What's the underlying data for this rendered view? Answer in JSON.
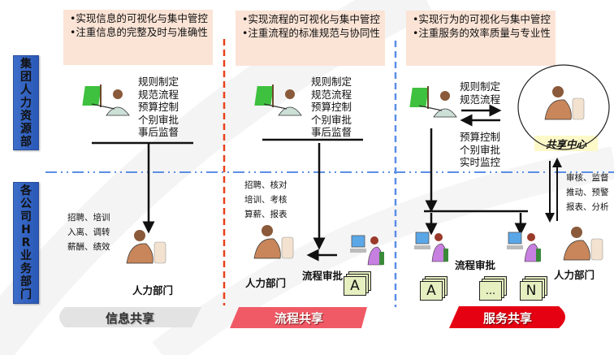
{
  "row_labels": {
    "group_hr": [
      "集",
      "团",
      "人",
      "力",
      "资",
      "源",
      "部"
    ],
    "company_hr": [
      "各",
      "公",
      "司",
      "H",
      "R",
      "业",
      "务",
      "部",
      "门"
    ]
  },
  "columns": [
    {
      "id": "info",
      "goals": [
        "•实现信息的可视化与集中管控",
        "•注重信息的完整及时与准确性"
      ],
      "hq_duties": [
        "规则制定",
        "规范流程",
        "预算控制",
        "个别审批",
        "事后监督"
      ],
      "branch_tasks": [
        "招聘、培训",
        "入离、调转",
        "薪酬、绩效"
      ],
      "dept_label": "人力部门",
      "banner": {
        "label": "信息共享",
        "color": "#e3e3e3",
        "text_color": "#333333"
      }
    },
    {
      "id": "process",
      "goals": [
        "•实现流程的可视化与集中管控",
        "•注重流程的标准规范与协同性"
      ],
      "hq_duties": [
        "规则制定",
        "规范流程",
        "预算控制",
        "个别审批",
        "事后监督"
      ],
      "branch_tasks": [
        "招聘、核对",
        "培训、考核",
        "算薪、报表"
      ],
      "dept_label": "人力部门",
      "approval_label": "流程审批",
      "doc_labels": [
        "A"
      ],
      "banner": {
        "label": "流程共享",
        "color": "#f05a66",
        "text_color": "#ffffff"
      }
    },
    {
      "id": "service",
      "goals": [
        "•实现行为的可视化与集中管控",
        "•注重服务的效率质量与专业性"
      ],
      "hq_duties_top": [
        "规则制定",
        "规范流程"
      ],
      "hq_duties_bottom": [
        "预算控制",
        "个别审批",
        "实时监控"
      ],
      "center_label": "共享中心",
      "branch_tasks": [
        "审核、监督",
        "推动、预警",
        "报表、分析"
      ],
      "dept_label": "人力部门",
      "approval_label": "流程审批",
      "doc_labels": [
        "A",
        "...",
        "N"
      ],
      "banner": {
        "label": "服务共享",
        "color": "#e50012",
        "text_color": "#ffffff"
      }
    }
  ],
  "colors": {
    "goal_box": "#fbe4d6",
    "divider_red": "#e8401c",
    "divider_blue": "#5b8ee6",
    "row_divider": "#5b8ee6",
    "side_label": "#3d6ec9",
    "center_label_bg": "#fdf9c8"
  }
}
